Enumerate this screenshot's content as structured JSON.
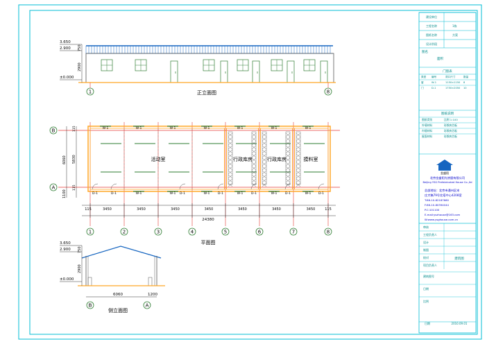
{
  "front_elevation": {
    "title": "正立面图",
    "levels": [
      "3.650",
      "2.900",
      "±0.000"
    ],
    "dims_v": [
      "750",
      "2900"
    ],
    "axes": [
      "1",
      "8"
    ]
  },
  "plan": {
    "title": "平面图",
    "rooms": [
      "活动室",
      "行政库房",
      "行政库房",
      "摸料室"
    ],
    "window_tag": "W-1",
    "door_tag": "D-1",
    "axes_num": [
      "1",
      "2",
      "3",
      "4",
      "5",
      "6",
      "7",
      "8"
    ],
    "axes_alpha": [
      "B",
      "A"
    ],
    "bays": [
      "3450",
      "3450",
      "3450",
      "3450",
      "3450",
      "3450",
      "3450"
    ],
    "total": "24380",
    "edge": "115",
    "dims_left": [
      "6060",
      "5830",
      "115",
      "115",
      "1100"
    ]
  },
  "side_elevation": {
    "title": "侧立面图",
    "levels": [
      "3.650",
      "2.900",
      "±0.000"
    ],
    "dims_v": [
      "750",
      "2900"
    ],
    "width": "6060",
    "porch": "1200",
    "axes": [
      "B",
      "A"
    ]
  },
  "title_block": {
    "top_labels": [
      "建设单位",
      "工程名称",
      "图纸名称",
      "设计阶段"
    ],
    "top_values": [
      "",
      "1栋",
      "方案",
      ""
    ],
    "mid_label": "图名",
    "mid_value": "面积",
    "table_title": "门窗表",
    "table_head": [
      "类型",
      "编号",
      "洞口尺寸",
      "数量"
    ],
    "table_rows": [
      [
        "窗",
        "W-1",
        "1150×1150",
        "8"
      ],
      [
        "门",
        "D-1",
        "1750×2050",
        "10"
      ]
    ],
    "notes_title": "图纸说明",
    "notes_rows": [
      [
        "图纸类别",
        "比例 1:100"
      ],
      [
        "外墙材料",
        "彩钢夹芯板"
      ],
      [
        "内墙材料",
        "彩钢夹芯板"
      ],
      [
        "屋面材料",
        "彩钢夹芯板"
      ]
    ],
    "company_cn": "北京金盛阳光房屋有限公司",
    "company_en": "Beijing YSG Prefabricated House Co.,ltd",
    "address": [
      "总部地址：北京市通州区宋",
      "庄大稿79号北塔中心4208室",
      "T:86-10-82187660",
      "F:86-10-80394044",
      "P.C:101100",
      "E-mail:yszhouse@163.com",
      "W:www.ysghouse.com.cn"
    ],
    "sign_labels": [
      "审核",
      "工程负责人",
      "设计",
      "制图",
      "校对",
      "项目负责人"
    ],
    "sign_value": "建筑图",
    "bottom_labels": [
      "建筑图号",
      "日期",
      "比例"
    ],
    "bottom_row": [
      "日期",
      "2010.09.01"
    ]
  },
  "colors": {
    "frame": "#00bcd4",
    "wall": "#ffa726",
    "axis": "#e53935",
    "fixture": "#2e7d32",
    "dim": "#222222",
    "roof": "#1565c0"
  }
}
